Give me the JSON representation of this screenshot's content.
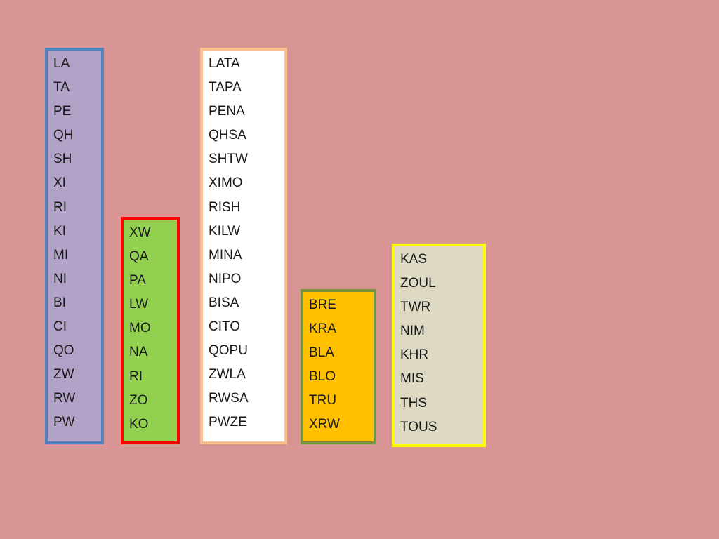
{
  "columns": [
    {
      "fill": "#b2a2c7",
      "border": "#4f81bd",
      "items": [
        "LA",
        "TA",
        "PE",
        "QH",
        "SH",
        "XI",
        "RI",
        "KI",
        "MI",
        "NI",
        "BI",
        "CI",
        "QO",
        "ZW",
        "RW",
        "PW"
      ]
    },
    {
      "fill": "#92d050",
      "border": "#ff0000",
      "items": [
        "XW",
        "QA",
        "PA",
        "LW",
        "MO",
        "NA",
        "RI",
        "ZO",
        "KO"
      ]
    },
    {
      "fill": "#ffffff",
      "border": "#fac090",
      "items": [
        "LATA",
        "TAPA",
        "PENA",
        "QHSA",
        "SHTW",
        "XIMO",
        "RISH",
        "KILW",
        "MINA",
        "NIPO",
        "BISA",
        "CITO",
        "QOPU",
        "ZWLA",
        "RWSA",
        "PWZE"
      ]
    },
    {
      "fill": "#ffc000",
      "border": "#77933c",
      "items": [
        "BRE",
        "KRA",
        "BLA",
        "BLO",
        "TRU",
        "XRW"
      ]
    },
    {
      "fill": "#ddd9c3",
      "border": "#ffff00",
      "items": [
        "KAS",
        "ZOUL",
        "TWR",
        "NIM",
        "KHR",
        "MIS",
        "THS",
        "TOUS"
      ]
    }
  ]
}
